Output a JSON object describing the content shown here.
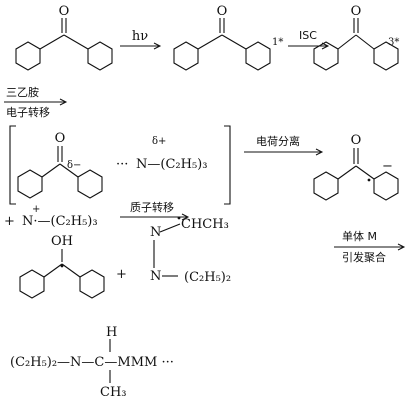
{
  "reaction_conditions": {
    "light": "hν",
    "isc": "ISC",
    "amine": "三乙胺",
    "electron_transfer": "电子转移",
    "charge_separation": "电荷分离",
    "proton_transfer": "质子转移",
    "monomer": "单体 M",
    "initiation": "引发聚合"
  },
  "species": {
    "singlet_mark": "1*",
    "triplet_mark": "3*",
    "ketone_oxygen": "O",
    "hydroxyl": "OH",
    "delta_minus": "δ−",
    "delta_plus": "δ+",
    "dots": "···",
    "amine_complex": "N—(C₂H₅)₃",
    "radical_anion_charge": "−",
    "plus_sign": "+",
    "amine_radical_cation": "N·—(C₂H₅)₃",
    "n_plus": "+",
    "ch_radical": "CHCH₃",
    "n_upper": "N",
    "n_lower": "N",
    "diethyl": "(C₂H₅)₂",
    "polymer_left": "(C₂H₅)₂—N—C—MMM ···",
    "h": "H",
    "ch3": "CH₃"
  }
}
